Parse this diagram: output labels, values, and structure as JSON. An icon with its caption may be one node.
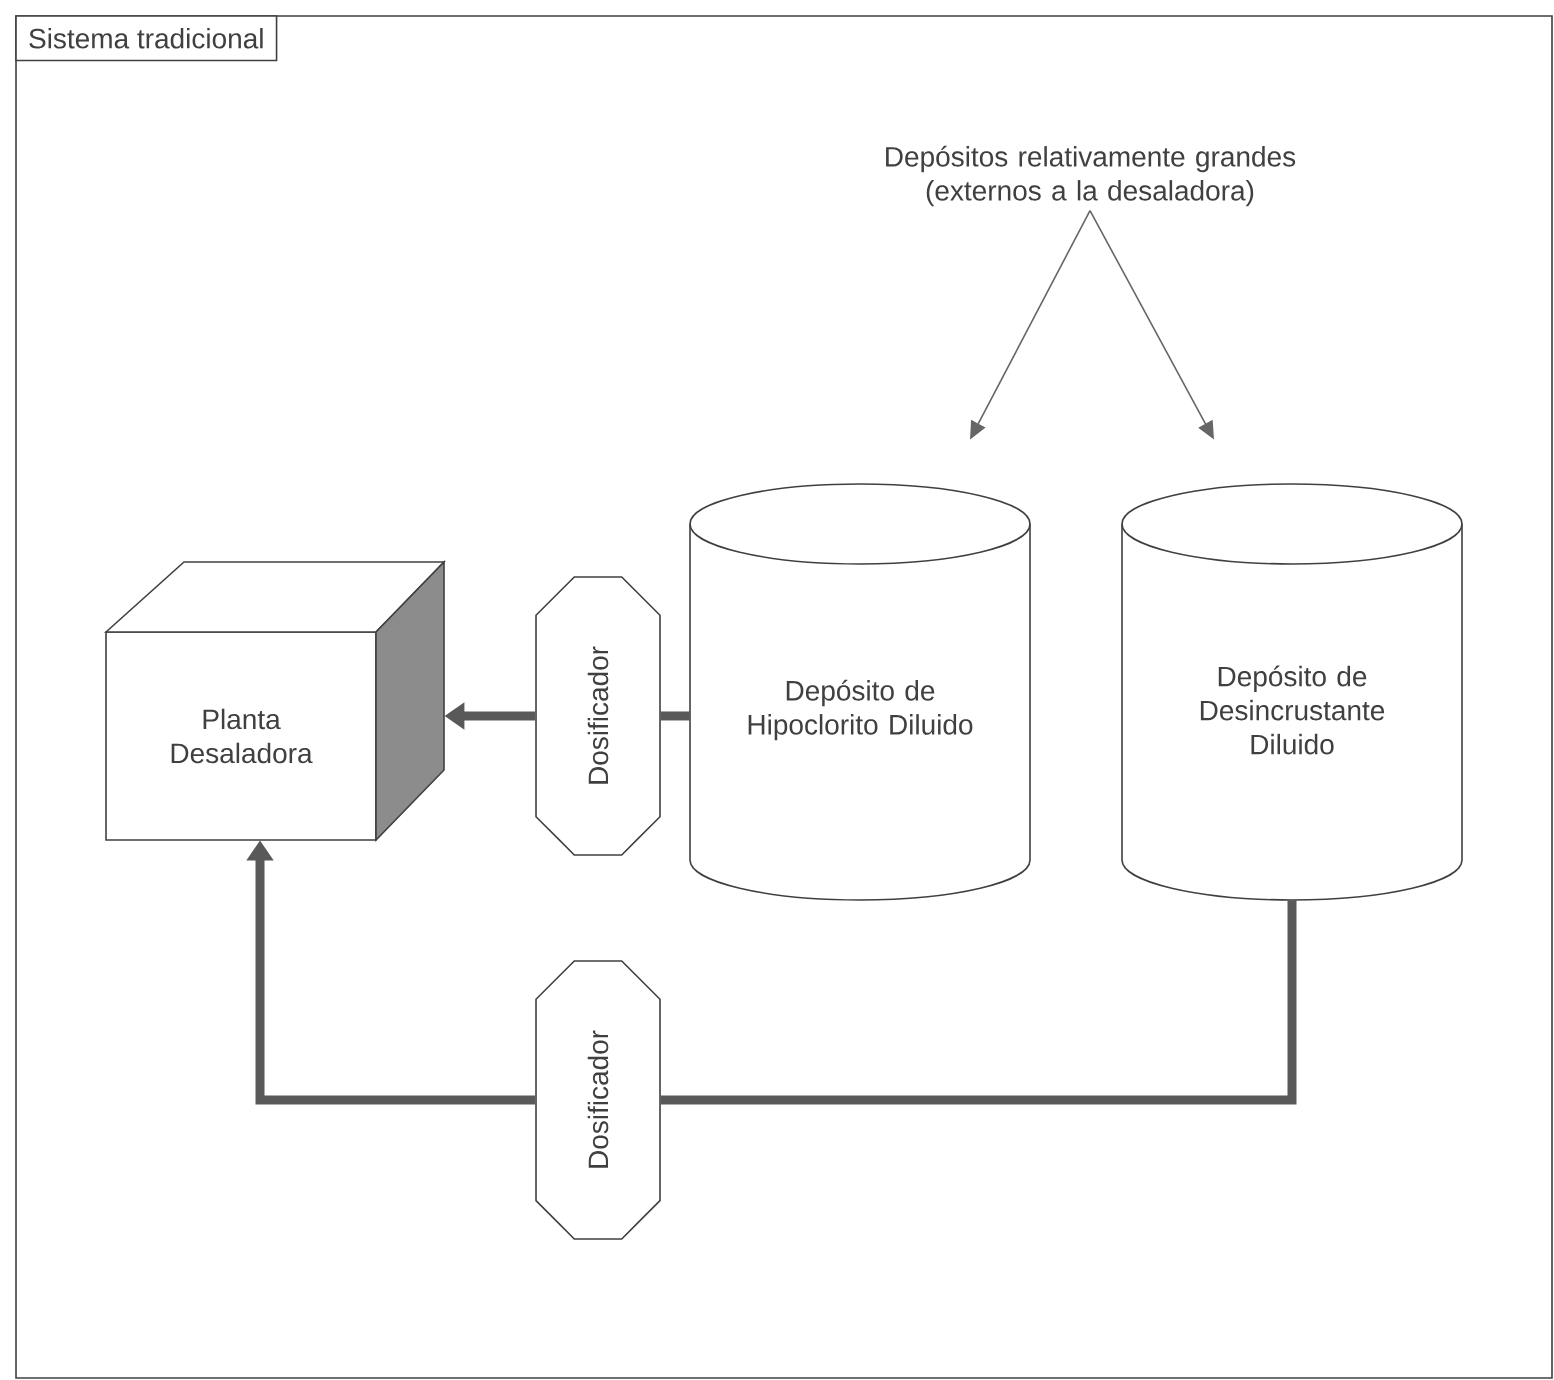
{
  "diagram": {
    "nodes": [
      {
        "text": [
          "Sistema tradicional"
        ]
      },
      {
        "text": [
          "Planta Desaladora"
        ],
        "in": 0
      },
      {
        "text": [
          "Dosificador"
        ],
        "in": 0
      },
      {
        "text": [
          "Depósito de Hipoclorito Diluido"
        ],
        "in": 0
      },
      {
        "text": [
          "Depósito de Desincrustante Diluido"
        ],
        "in": 0
      },
      {
        "text": [
          "Dosificador"
        ],
        "in": 0
      },
      {
        "text": [
          "Depósitos relativamente grandes (externos a la desaladora)"
        ],
        "in": 0
      }
    ],
    "edges": [
      {
        "from": 6,
        "to": 3,
        "arrow": "to"
      },
      {
        "from": 6,
        "to": 4,
        "arrow": "to"
      },
      {
        "from": 3,
        "to": 2,
        "arrow": "none"
      },
      {
        "from": 2,
        "to": 1,
        "arrow": "to"
      },
      {
        "from": 4,
        "to": 5,
        "arrow": "none"
      },
      {
        "from": 5,
        "to": 1,
        "arrow": "to"
      }
    ]
  }
}
